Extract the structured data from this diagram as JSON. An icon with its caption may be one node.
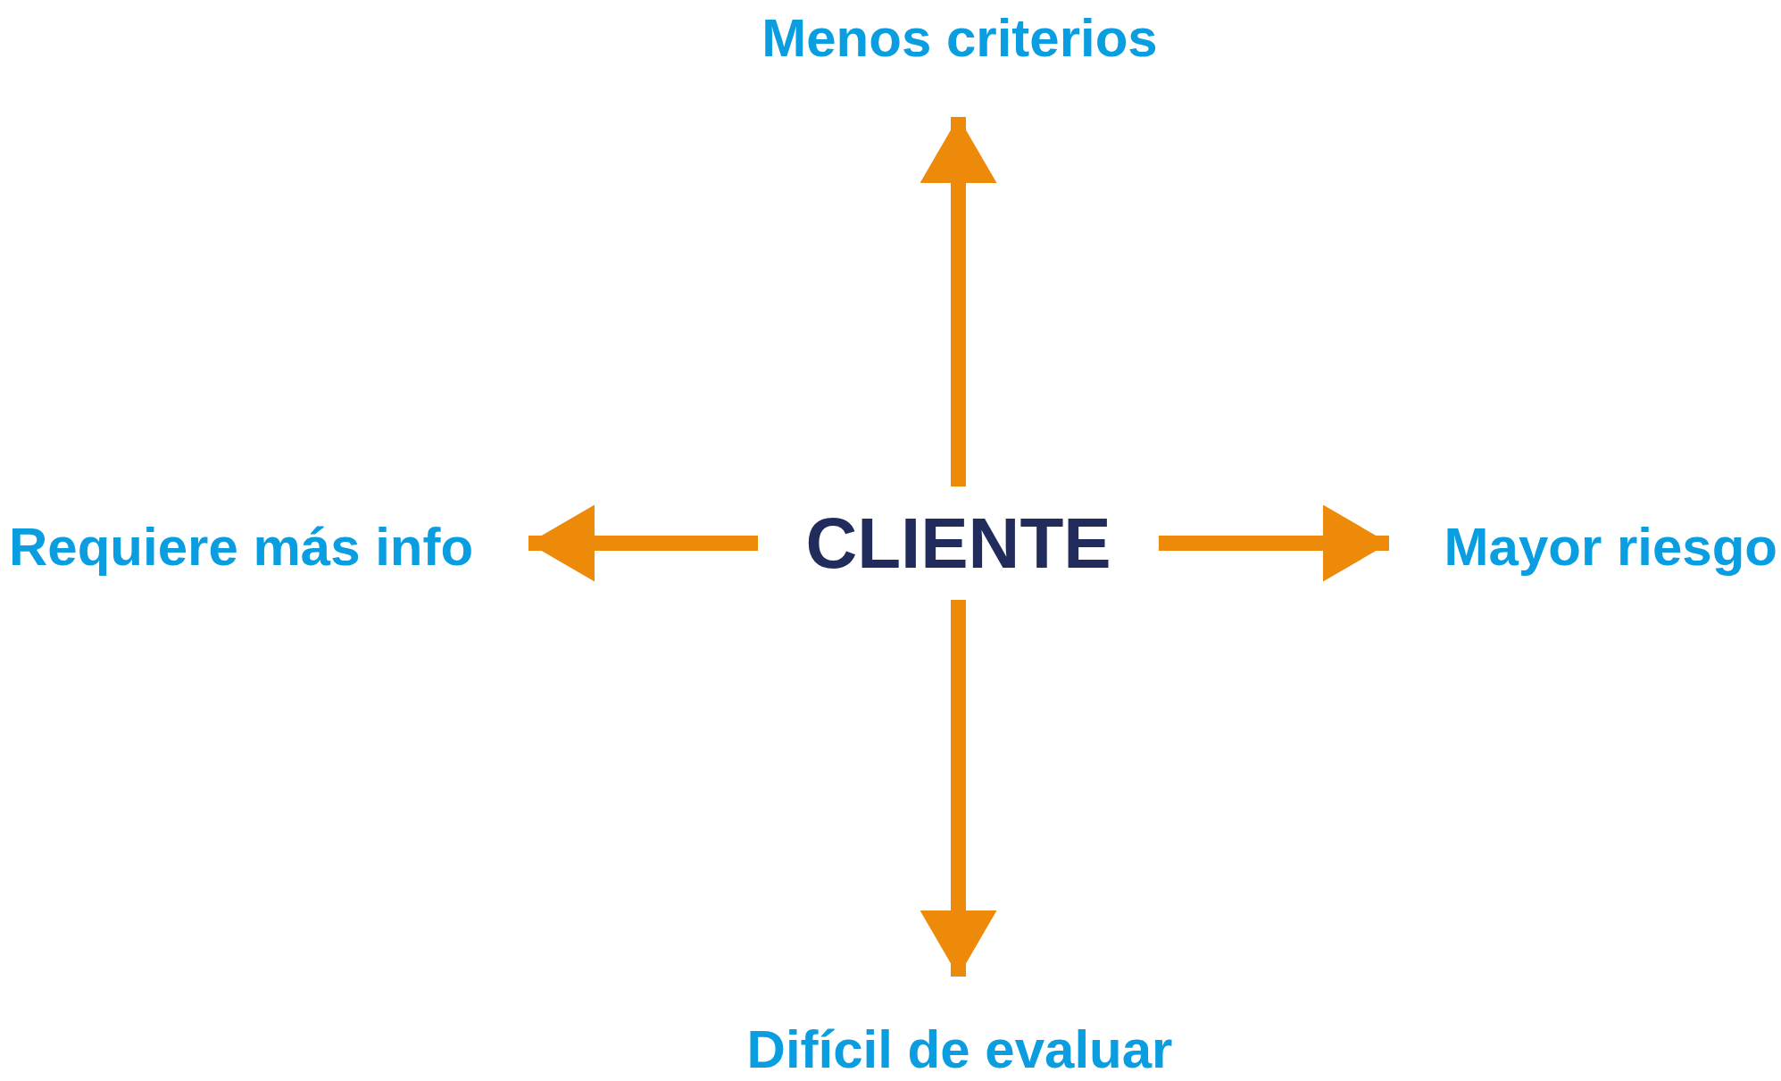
{
  "diagram": {
    "nodes": [
      {
        "text": [
          "CLIENTE"
        ]
      },
      {
        "text": [
          "Menos criterios"
        ]
      },
      {
        "text": [
          "Requiere más info"
        ]
      },
      {
        "text": [
          "Mayor riesgo"
        ]
      },
      {
        "text": [
          "Difícil de evaluar"
        ]
      }
    ],
    "edges": [
      {
        "from": 0,
        "to": 1,
        "arrow": "to"
      },
      {
        "from": 0,
        "to": 2,
        "arrow": "to"
      },
      {
        "from": 0,
        "to": 3,
        "arrow": "to"
      },
      {
        "from": 0,
        "to": 4,
        "arrow": "to"
      }
    ]
  }
}
